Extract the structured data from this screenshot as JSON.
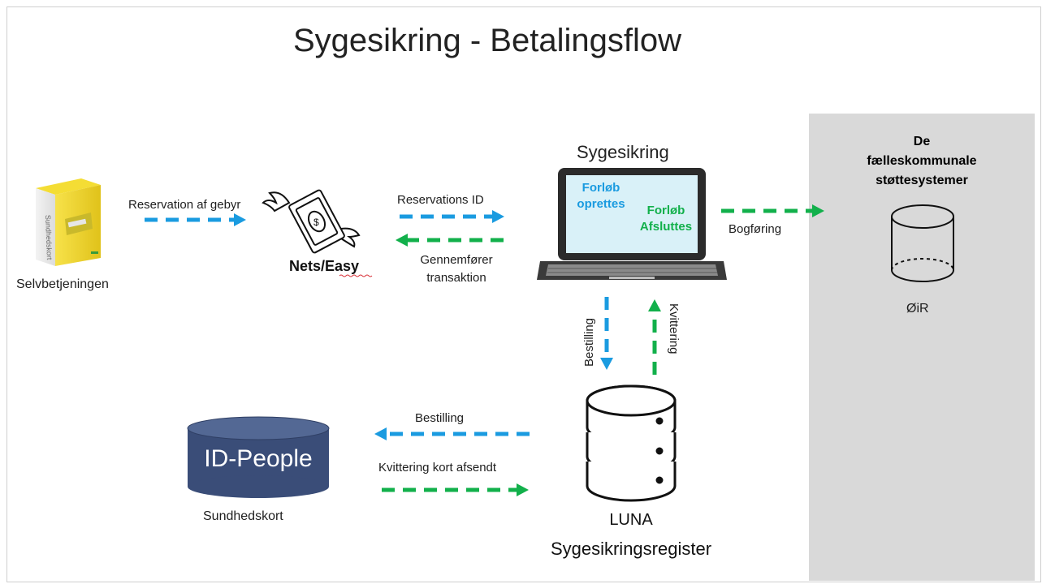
{
  "title": "Sygesikring - Betalingsflow",
  "colors": {
    "blue": "#1a9be0",
    "green": "#12b04b",
    "panel": "#d9d9d9",
    "idpeople": "#3a4d78"
  },
  "nodes": {
    "selvbetjeningen": {
      "label": "Selvbetjeningen",
      "box_text": "Sundhedskort"
    },
    "nets": {
      "label": "Nets/Easy"
    },
    "sygesikring": {
      "label": "Sygesikring",
      "screen_left": "Forløb oprettes",
      "screen_right": "Forløb Afsluttes"
    },
    "panel": {
      "title": "De fælleskommunale støttesystemer"
    },
    "oir": {
      "label": "ØiR"
    },
    "idpeople": {
      "label": "ID-People",
      "caption": "Sundhedskort"
    },
    "luna": {
      "line1": "LUNA",
      "line2": "Sygesikringsregister"
    }
  },
  "edges": {
    "reservation_gebyr": "Reservation af gebyr",
    "reservations_id": "Reservations ID",
    "gennemforer": "Gennemfører",
    "transaktion": "transaktion",
    "bogforing": "Bogføring",
    "bestilling_down": "Bestilling",
    "kvittering_up": "Kvittering",
    "bestilling_left": "Bestilling",
    "kvittering_kort": "Kvittering kort afsendt"
  }
}
